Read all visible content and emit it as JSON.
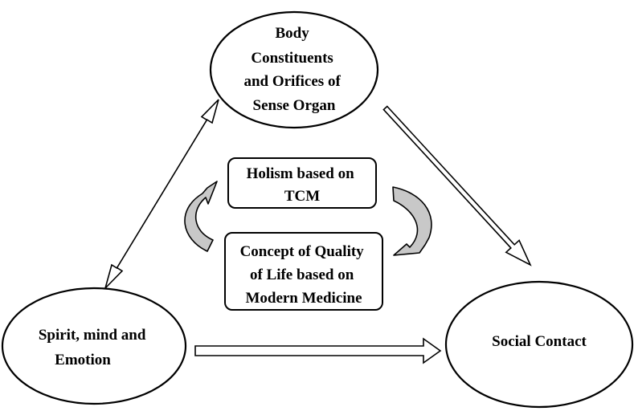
{
  "nodes": {
    "body": {
      "lines": [
        "Body",
        "Constituents",
        "and Orifices of",
        "Sense Organ"
      ]
    },
    "spirit": {
      "lines": [
        "Spirit, mind and",
        "Emotion"
      ]
    },
    "social": {
      "lines": [
        "Social Contact"
      ]
    }
  },
  "center_boxes": {
    "holism": {
      "lines": [
        "Holism based on",
        "TCM"
      ]
    },
    "quality": {
      "lines": [
        "Concept of Quality",
        "of Life based on",
        "Modern Medicine"
      ]
    }
  },
  "colors": {
    "cycle_arrow_fill": "#c8c8c8",
    "stroke": "#000000",
    "background": "#ffffff"
  }
}
